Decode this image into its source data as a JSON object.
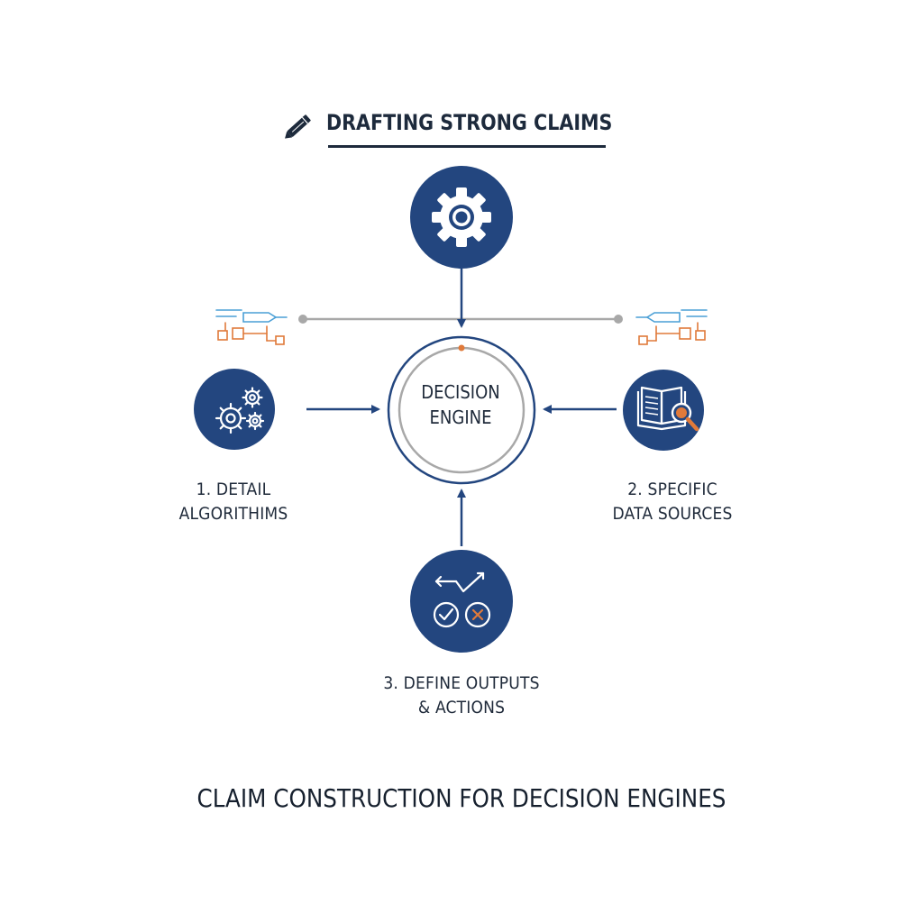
{
  "title": "DRAFTING STRONG CLAIMS",
  "center": {
    "line1": "DECISION",
    "line2": "ENGINE"
  },
  "nodes": {
    "left": {
      "icon": "gears-icon",
      "line1": "1. DETAIL",
      "line2": "ALGORITHIMS"
    },
    "right": {
      "icon": "book-search-icon",
      "line1": "2. SPECIFIC",
      "line2": "DATA SOURCES"
    },
    "bottom": {
      "icon": "check-cross-icon",
      "line1": "3. DEFINE OUTPUTS",
      "line2": "& ACTIONS"
    },
    "top": {
      "icon": "gear-icon"
    }
  },
  "footer": "CLAIM CONSTRUCTION FOR DECISION ENGINES",
  "colors": {
    "navy": "#23467f",
    "text": "#1f2a3a",
    "accent_orange": "#e07a3a",
    "accent_blue": "#4a9fd6",
    "connector_gray": "#a8a8a8"
  }
}
